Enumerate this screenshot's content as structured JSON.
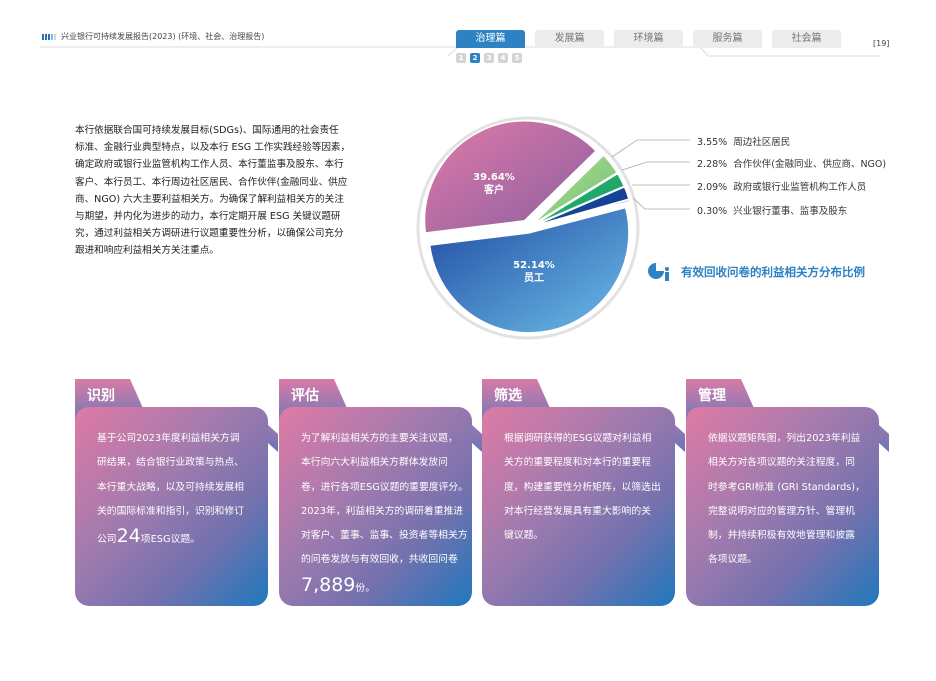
{
  "header": {
    "title": "兴业银行可持续发展报告(2023) (环境、社会、治理报告)",
    "page_number": "[19]"
  },
  "tabs": [
    {
      "label": "治理篇",
      "active": true
    },
    {
      "label": "发展篇"
    },
    {
      "label": "环境篇"
    },
    {
      "label": "服务篇"
    },
    {
      "label": "社会篇"
    }
  ],
  "pages": [
    "1",
    "2",
    "3",
    "4",
    "5"
  ],
  "intro_lines": [
    "本行依据联合国可持续发展目标(SDGs)、国际通用的社会责任",
    "标准、金融行业典型特点，以及本行 ESG 工作实践经验等因素，",
    "确定政府或银行业监管机构工作人员、本行董监事及股东、本行",
    "客户、本行员工、本行周边社区居民、合作伙伴(金融同业、供应",
    "商、NGO) 六大主要利益相关方。为确保了解利益相关方的关注",
    "与期望，并内化为进步的动力，本行定期开展 ESG 关键议题研",
    "究，通过利益相关方调研进行议题重要性分析，以确保公司充分",
    "跟进和响应利益相关方关注重点。"
  ],
  "chart_data": {
    "type": "pie",
    "title": "有效回收问卷的利益相关方分布比例",
    "slices": [
      {
        "label": "客户",
        "value": 39.64,
        "display": "39.64%",
        "colors": [
          "#e07aa8",
          "#8a5fa0"
        ]
      },
      {
        "label": "周边社区居民",
        "value": 3.55,
        "display": "3.55%",
        "colors": [
          "#b6dc8c",
          "#6cc07a"
        ]
      },
      {
        "label": "合作伙伴(金融同业、供应商、NGO)",
        "value": 2.28,
        "display": "2.28%",
        "colors": [
          "#34b97a",
          "#0f9a5e"
        ]
      },
      {
        "label": "政府或银行业监管机构工作人员",
        "value": 2.09,
        "display": "2.09%",
        "colors": [
          "#1c5fb0",
          "#0e2c80"
        ]
      },
      {
        "label": "兴业银行董事、监事及股东",
        "value": 0.3,
        "display": "0.30%",
        "colors": [
          "#a94aa5",
          "#a94aa5"
        ]
      },
      {
        "label": "员工",
        "value": 52.14,
        "display": "52.14%",
        "colors": [
          "#1f4aa0",
          "#6cbde9"
        ]
      }
    ]
  },
  "cards": [
    {
      "title": "识别",
      "lines": [
        "基于公司2023年度利益相关方调",
        "研结果，结合银行业政策与热点、",
        "本行重大战略，以及可持续发展相",
        "关的国际标准和指引，识别和修订"
      ],
      "last_pre": "公司",
      "big": "24",
      "last_post": "项ESG议题。"
    },
    {
      "title": "评估",
      "lines": [
        "为了解利益相关方的主要关注议题，",
        "本行向六大利益相关方群体发放问",
        "卷，进行各项ESG议题的重要度评分。",
        "2023年，利益相关方的调研着重推进",
        "对客户、董事、监事、投资者等相关方",
        "的问卷发放与有效回收，共收回问卷"
      ],
      "last_pre": "",
      "big": "7,889",
      "last_post": "份。"
    },
    {
      "title": "筛选",
      "lines": [
        "根据调研获得的ESG议题对利益相",
        "关方的重要程度和对本行的重要程",
        "度，构建重要性分析矩阵，以筛选出",
        "对本行经营发展具有重大影响的关",
        "键议题。"
      ]
    },
    {
      "title": "管理",
      "lines": [
        "依据议题矩阵图，列出2023年利益",
        "相关方对各项议题的关注程度，同",
        "时参考GRI标准 (GRI Standards)，",
        "完整说明对应的管理方针、管理机",
        "制，并持续积极有效地管理和披露",
        "各项议题。"
      ]
    }
  ]
}
